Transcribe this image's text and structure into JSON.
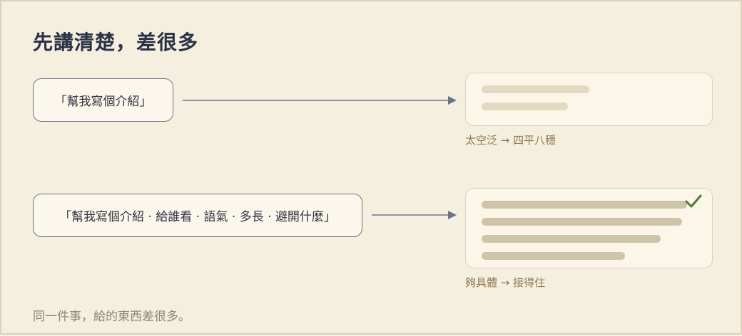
{
  "title": "先講清楚，差很多",
  "rows": [
    {
      "prompt": "「幫我寫個介紹」",
      "caption": "太空泛 → 四平八穩"
    },
    {
      "prompt": "「幫我寫個介紹 · 給誰看 · 語氣 · 多長 · 避開什麼」",
      "caption": "夠具體 → 接得住"
    }
  ],
  "footer": "同一件事，給的東西差很多。",
  "colors": {
    "background": "#f5efe0",
    "arrow": "#6b7385",
    "check": "#4e7a3a",
    "caption": "#8f7a57"
  },
  "icons": {
    "arrow": "arrow-right-icon",
    "check": "check-icon"
  }
}
